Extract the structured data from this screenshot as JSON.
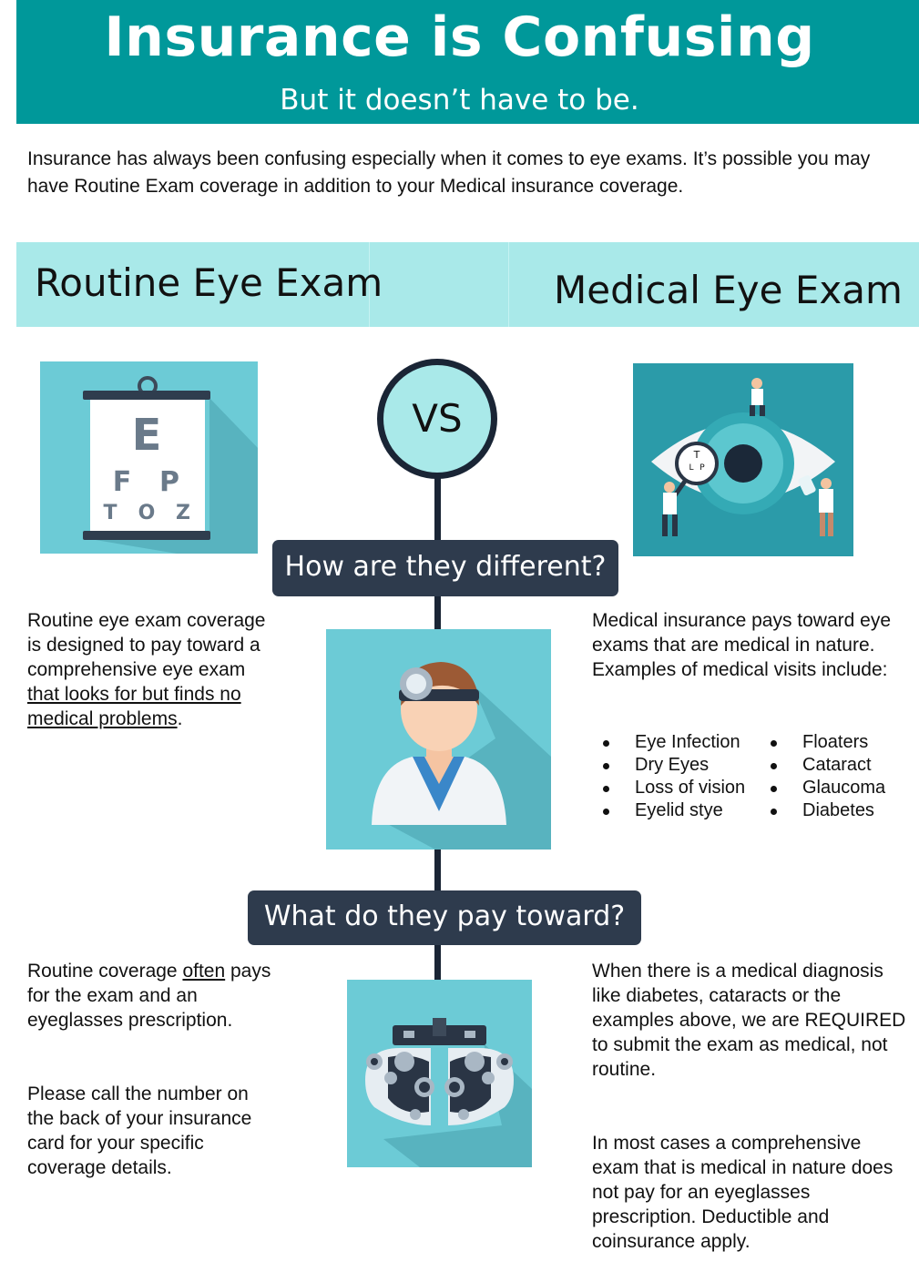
{
  "header": {
    "title": "Insurance is Confusing",
    "subtitle": "But it doesn’t have to be."
  },
  "intro": "Insurance has always been confusing especially when it comes to eye exams.  It’s possible you may have Routine Exam coverage in addition to your Medical insurance coverage.",
  "columns": {
    "routine_heading": "Routine Eye Exam",
    "medical_heading": "Medical Eye Exam"
  },
  "vs_label": "VS",
  "eye_chart_letters": [
    "E",
    "F",
    "P",
    "T",
    "O",
    "Z"
  ],
  "magnifier_letters": [
    "T",
    "L",
    "P"
  ],
  "section1": {
    "heading": "How are they different?",
    "routine_text_a": "Routine eye exam coverage is designed to pay toward a comprehensive eye exam ",
    "routine_text_underlined": "that looks for but finds no medical problems",
    "routine_text_b": ".",
    "medical_text": "Medical insurance pays toward eye exams that are medical in nature.  Examples of medical visits include:",
    "examples_left": [
      "Eye Infection",
      "Dry Eyes",
      "Loss of vision",
      "Eyelid stye"
    ],
    "examples_right": [
      "Floaters",
      "Cataract",
      "Glaucoma",
      "Diabetes"
    ]
  },
  "section2": {
    "heading": "What do they pay toward?",
    "routine_p1_a": "Routine coverage ",
    "routine_p1_underlined": "often",
    "routine_p1_b": " pays for the exam and an eyeglasses prescription.",
    "routine_p2": "Please call the number on the back of your insurance card for your specific coverage details.",
    "medical_p1": "When there is a medical diagnosis like diabetes, cataracts or the examples above, we are REQUIRED to submit the exam as medical, not routine.",
    "medical_p2": "In most cases a comprehensive exam that is medical in nature does not pay for an eyeglasses prescription.  Deductible and coinsurance apply."
  },
  "colors": {
    "teal": "#00989a",
    "light_teal": "#a9e9e9",
    "navy": "#2e3b4d",
    "tile_blue": "#6ccbd6"
  }
}
